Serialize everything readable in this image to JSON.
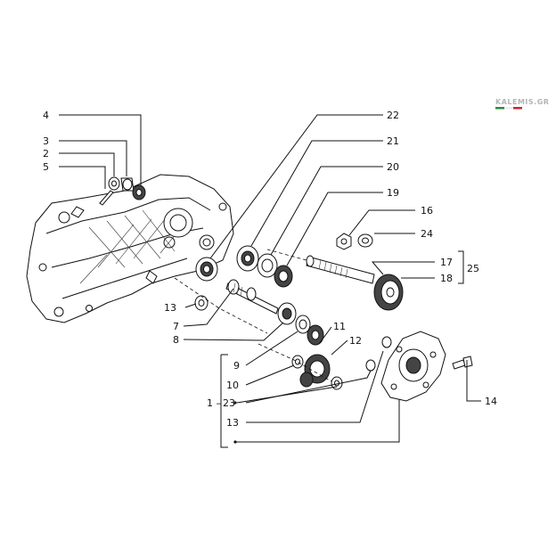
{
  "watermark": "KALEMIS.GR",
  "watermark_colors": [
    "#2e8b3a",
    "#ffffff",
    "#d2232a"
  ],
  "callouts": [
    "4",
    "3",
    "2",
    "5",
    "22",
    "21",
    "20",
    "19",
    "16",
    "24",
    "17",
    "25",
    "18",
    "13",
    "7",
    "8",
    "9",
    "11",
    "12",
    "10",
    "1",
    "23",
    "13",
    "14"
  ]
}
